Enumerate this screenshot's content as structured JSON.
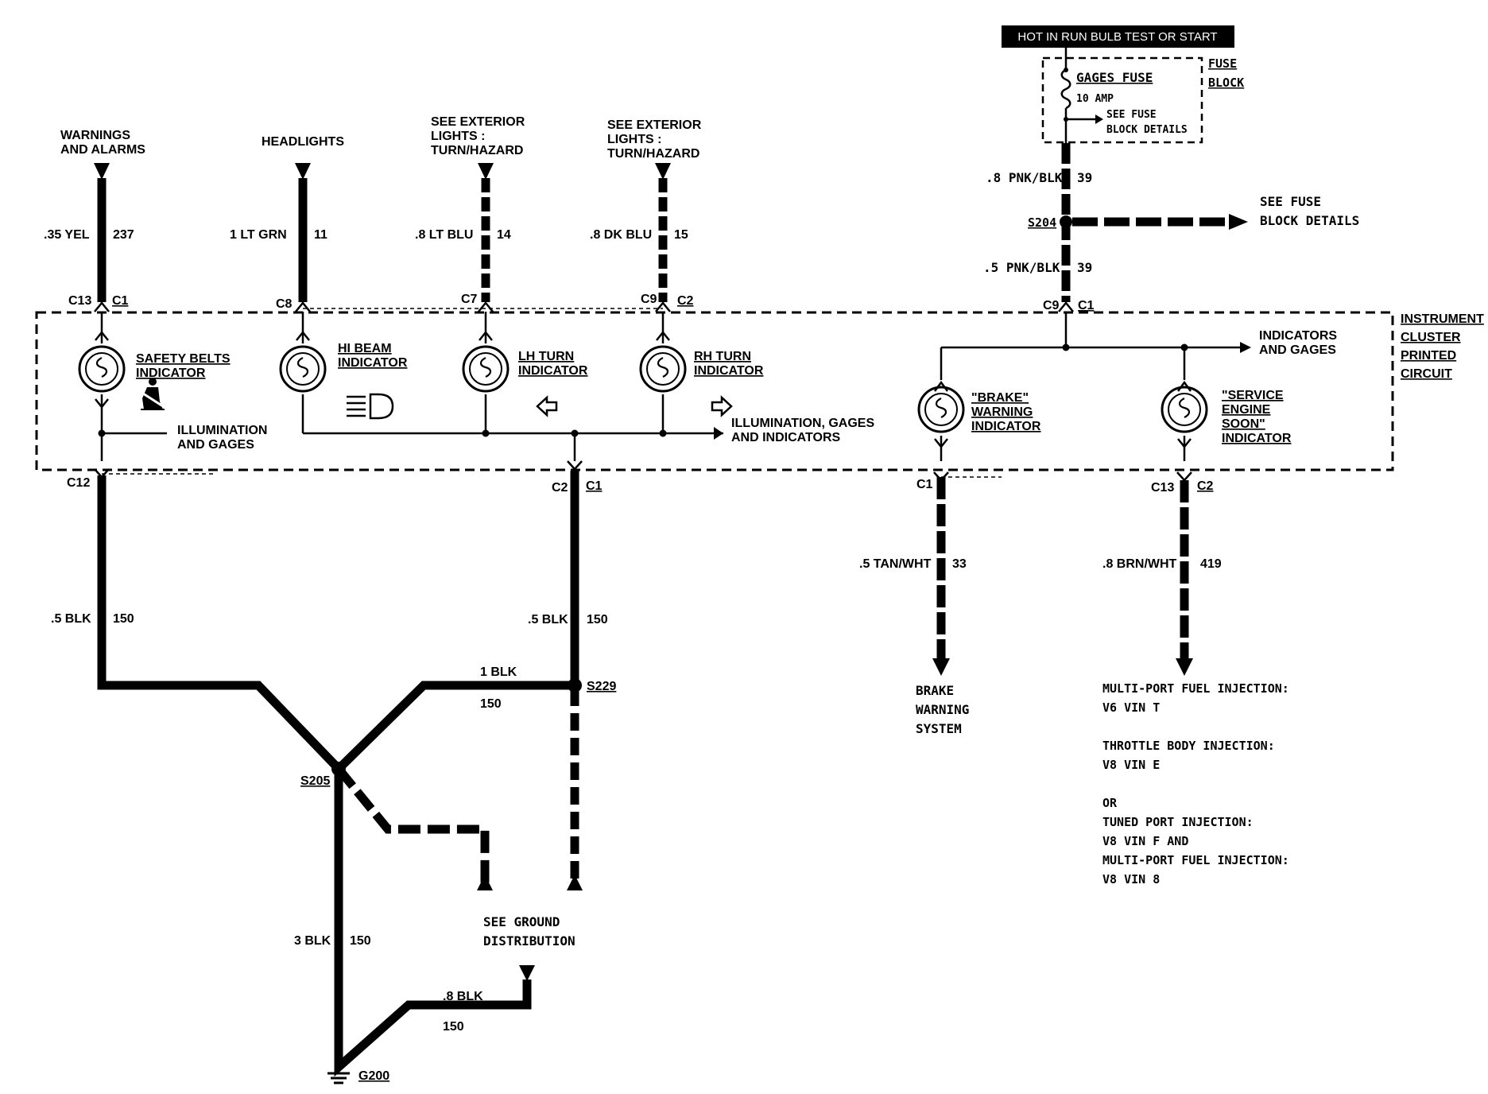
{
  "top_feeds": {
    "warnings": "WARNINGS\nAND ALARMS",
    "headlights": "HEADLIGHTS",
    "ext_lh": "SEE EXTERIOR\nLIGHTS :\nTURN/HAZARD",
    "ext_rh": "SEE EXTERIOR\nLIGHTS :\nTURN/HAZARD"
  },
  "wires": {
    "w237": {
      "gauge_color": ".35 YEL",
      "circuit": "237"
    },
    "w11": {
      "gauge_color": "1 LT GRN",
      "circuit": "11"
    },
    "w14": {
      "gauge_color": ".8 LT BLU",
      "circuit": "14"
    },
    "w15": {
      "gauge_color": ".8 DK BLU",
      "circuit": "15"
    },
    "w39a": {
      "gauge_color": ".8 PNK/BLK",
      "circuit": "39"
    },
    "w39b": {
      "gauge_color": ".5 PNK/BLK",
      "circuit": "39"
    },
    "w150a": {
      "gauge_color": ".5 BLK",
      "circuit": "150"
    },
    "w150b": {
      "gauge_color": ".5 BLK",
      "circuit": "150"
    },
    "w150c": {
      "gauge_color": "1 BLK",
      "circuit": "150"
    },
    "w150d": {
      "gauge_color": "3 BLK",
      "circuit": "150"
    },
    "w150e": {
      "gauge_color": ".8 BLK",
      "circuit": "150"
    },
    "w33": {
      "gauge_color": ".5 TAN/WHT",
      "circuit": "33"
    },
    "w419": {
      "gauge_color": ".8 BRN/WHT",
      "circuit": "419"
    }
  },
  "connectors": {
    "c13_c1": [
      "C13",
      "C1"
    ],
    "c8": "C8",
    "c7": "C7",
    "c9_c2": [
      "C9",
      "C2"
    ],
    "c9_c1": [
      "C9",
      "C1"
    ],
    "c12": "C12",
    "c2_c1": [
      "C2",
      "C1"
    ],
    "c1_bottom": "C1",
    "c13_c2": [
      "C13",
      "C2"
    ]
  },
  "splices": {
    "s204": "S204",
    "s205": "S205",
    "s229": "S229",
    "g200": "G200"
  },
  "fuse": {
    "banner": "HOT IN RUN BULB TEST OR START",
    "name": "GAGES FUSE",
    "rating": "10 AMP",
    "see_details": "SEE FUSE\nBLOCK DETAILS",
    "block": "FUSE\nBLOCK"
  },
  "fuse_details_right": "SEE FUSE\nBLOCK DETAILS",
  "cluster_label": "INSTRUMENT\nCLUSTER\nPRINTED\nCIRCUIT",
  "indicators": {
    "safety": "SAFETY BELTS\nINDICATOR",
    "hibeam": "HI BEAM\nINDICATOR",
    "lhturn": "LH TURN\nINDICATOR",
    "rhturn": "RH TURN\nINDICATOR",
    "brake": "\"BRAKE\"\nWARNING\nINDICATOR",
    "ses": "\"SERVICE\nENGINE\nSOON\"\nINDICATOR"
  },
  "internal_labels": {
    "illum_left": "ILLUMINATION\nAND GAGES",
    "illum_mid": "ILLUMINATION, GAGES\nAND INDICATORS",
    "ind_gages": "INDICATORS\nAND GAGES"
  },
  "bottom": {
    "ground_dist": "SEE GROUND\nDISTRIBUTION",
    "brake_sys": "BRAKE\nWARNING\nSYSTEM",
    "fuel_notes": "MULTI-PORT FUEL INJECTION:\nV6 VIN T\n\nTHROTTLE BODY INJECTION:\nV8 VIN E\n\nOR\nTUNED PORT INJECTION:\nV8 VIN F AND\nMULTI-PORT FUEL INJECTION:\nV8 VIN 8"
  },
  "icons": [
    "seatbelt-icon",
    "headlamp-icon",
    "left-arrow-icon",
    "right-arrow-icon",
    "ground-icon"
  ]
}
